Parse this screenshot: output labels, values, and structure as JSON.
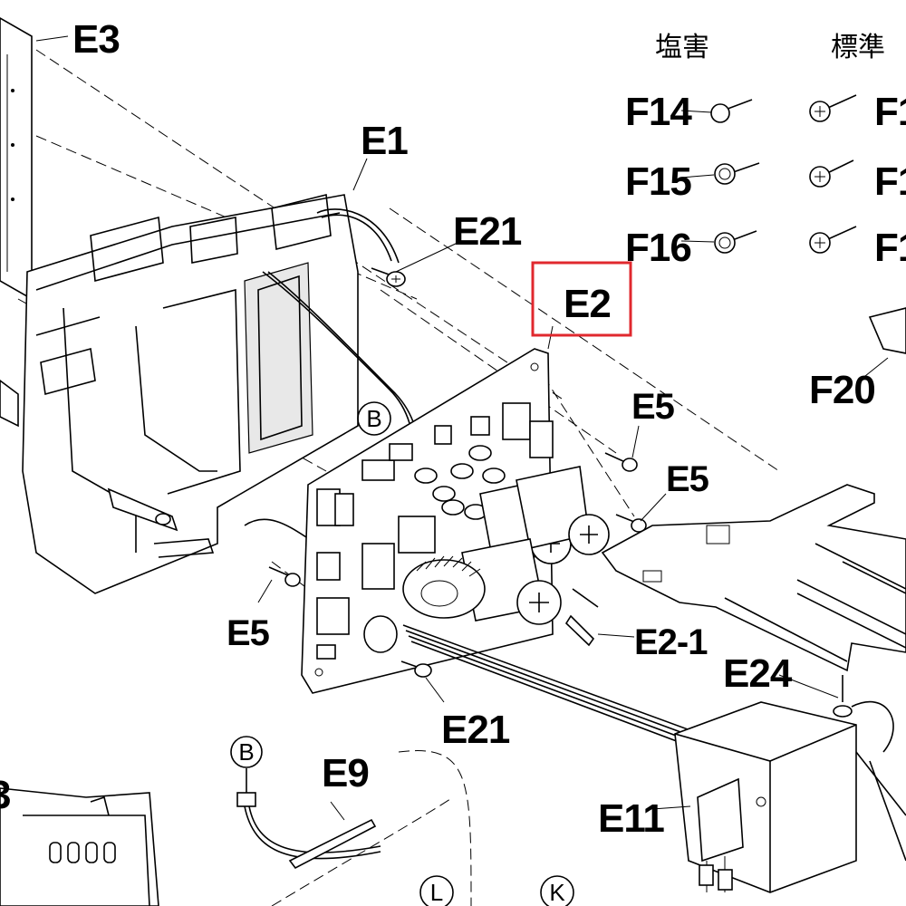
{
  "header": {
    "col1": "塩害",
    "col2": "標準"
  },
  "labels": {
    "e3": "E3",
    "e1": "E1",
    "e21_top": "E21",
    "e2": "E2",
    "e5_right_top": "E5",
    "e5_right_mid": "E5",
    "e5_left": "E5",
    "e2_1": "E2-1",
    "e24": "E24",
    "e21_bottom": "E21",
    "e9": "E9",
    "e11": "E11",
    "e3_partial": "3",
    "f14": "F14",
    "f15": "F15",
    "f16": "F16",
    "f_std_1": "F1",
    "f_std_2": "F1",
    "f_std_3": "F1",
    "f20": "F20"
  },
  "markers": {
    "b_top": "B",
    "b_bottom": "B",
    "l": "L",
    "k": "K"
  },
  "highlight": {
    "target": "E2",
    "color": "#e0282e"
  }
}
